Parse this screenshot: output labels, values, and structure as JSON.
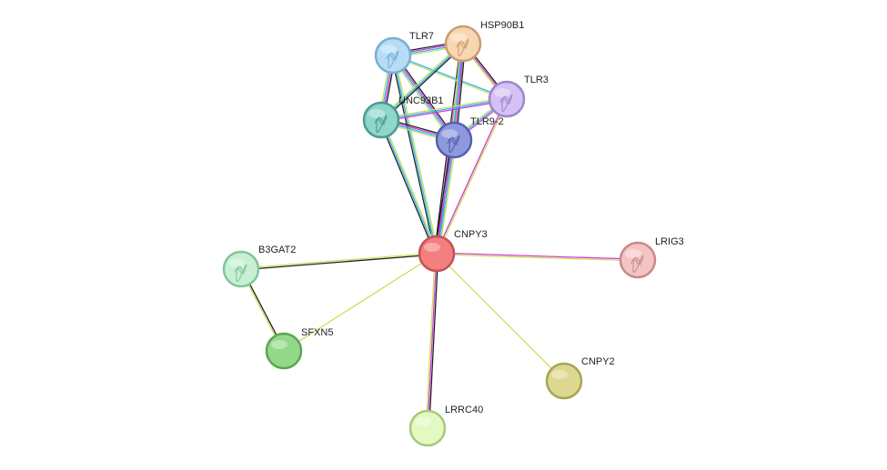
{
  "nodes": [
    {
      "id": "CNPY3",
      "label": "CNPY3",
      "fill": "#f47f7f",
      "stroke": "#c25454",
      "style": "plain"
    },
    {
      "id": "TLR7",
      "label": "TLR7",
      "fill": "#b6dcf7",
      "stroke": "#7aafcf",
      "style": "structure"
    },
    {
      "id": "HSP90B1",
      "label": "HSP90B1",
      "fill": "#f8d6b0",
      "stroke": "#c99e72",
      "style": "structure"
    },
    {
      "id": "TLR3",
      "label": "TLR3",
      "fill": "#d4c2f5",
      "stroke": "#9d86cc",
      "style": "structure"
    },
    {
      "id": "UNC93B1",
      "label": "UNC93B1",
      "fill": "#8fd6cc",
      "stroke": "#4f9990",
      "style": "structure"
    },
    {
      "id": "TLR9-2",
      "label": "TLR9-2",
      "fill": "#8e98dc",
      "stroke": "#5561ac",
      "style": "structure"
    },
    {
      "id": "B3GAT2",
      "label": "B3GAT2",
      "fill": "#c7f0d3",
      "stroke": "#83c59a",
      "style": "structure"
    },
    {
      "id": "SFXN5",
      "label": "SFXN5",
      "fill": "#94d98a",
      "stroke": "#5ea554",
      "style": "plain"
    },
    {
      "id": "LRIG3",
      "label": "LRIG3",
      "fill": "#f4c4c4",
      "stroke": "#c98888",
      "style": "structure"
    },
    {
      "id": "CNPY2",
      "label": "CNPY2",
      "fill": "#dcd890",
      "stroke": "#a8a455",
      "style": "plain"
    },
    {
      "id": "LRRC40",
      "label": "LRRC40",
      "fill": "#e4f9c2",
      "stroke": "#a9c77f",
      "style": "plain"
    }
  ],
  "edges": [
    {
      "from": "CNPY3",
      "to": "TLR7",
      "colors": [
        "#222222",
        "#2ab6ff",
        "#c8e05a"
      ]
    },
    {
      "from": "CNPY3",
      "to": "HSP90B1",
      "colors": [
        "#222222",
        "#d63ad6",
        "#2ab6ff",
        "#c8e05a"
      ]
    },
    {
      "from": "CNPY3",
      "to": "TLR3",
      "colors": [
        "#d63ad6",
        "#c8e05a"
      ]
    },
    {
      "from": "CNPY3",
      "to": "UNC93B1",
      "colors": [
        "#222222",
        "#2ab6ff",
        "#c8e05a"
      ]
    },
    {
      "from": "CNPY3",
      "to": "TLR9-2",
      "colors": [
        "#222222",
        "#d63ad6",
        "#2ab6ff",
        "#c8e05a"
      ]
    },
    {
      "from": "CNPY3",
      "to": "B3GAT2",
      "colors": [
        "#222222",
        "#c8e05a"
      ]
    },
    {
      "from": "CNPY3",
      "to": "SFXN5",
      "colors": [
        "#c8e05a"
      ]
    },
    {
      "from": "CNPY3",
      "to": "LRIG3",
      "colors": [
        "#d63ad6",
        "#c8e05a"
      ]
    },
    {
      "from": "CNPY3",
      "to": "CNPY2",
      "colors": [
        "#c8e05a"
      ]
    },
    {
      "from": "CNPY3",
      "to": "LRRC40",
      "colors": [
        "#222222",
        "#d63ad6",
        "#c8e05a"
      ]
    },
    {
      "from": "B3GAT2",
      "to": "SFXN5",
      "colors": [
        "#222222",
        "#c8e05a"
      ]
    },
    {
      "from": "TLR7",
      "to": "HSP90B1",
      "colors": [
        "#222222",
        "#d63ad6",
        "#2ab6ff",
        "#c8e05a"
      ]
    },
    {
      "from": "TLR7",
      "to": "TLR3",
      "colors": [
        "#2ab6ff",
        "#c8e05a"
      ]
    },
    {
      "from": "TLR7",
      "to": "UNC93B1",
      "colors": [
        "#222222",
        "#d63ad6",
        "#2ab6ff",
        "#c8e05a"
      ]
    },
    {
      "from": "TLR7",
      "to": "TLR9-2",
      "colors": [
        "#222222",
        "#d63ad6",
        "#2ab6ff",
        "#c8e05a"
      ]
    },
    {
      "from": "HSP90B1",
      "to": "TLR3",
      "colors": [
        "#222222",
        "#d63ad6",
        "#c8e05a"
      ]
    },
    {
      "from": "HSP90B1",
      "to": "UNC93B1",
      "colors": [
        "#222222",
        "#2ab6ff",
        "#c8e05a"
      ]
    },
    {
      "from": "HSP90B1",
      "to": "TLR9-2",
      "colors": [
        "#222222",
        "#d63ad6",
        "#2ab6ff",
        "#c8e05a"
      ]
    },
    {
      "from": "TLR3",
      "to": "UNC93B1",
      "colors": [
        "#d63ad6",
        "#2ab6ff",
        "#c8e05a"
      ]
    },
    {
      "from": "TLR3",
      "to": "TLR9-2",
      "colors": [
        "#d63ad6",
        "#2ab6ff",
        "#c8e05a"
      ]
    },
    {
      "from": "UNC93B1",
      "to": "TLR9-2",
      "colors": [
        "#222222",
        "#d63ad6",
        "#2ab6ff",
        "#c8e05a"
      ]
    }
  ]
}
